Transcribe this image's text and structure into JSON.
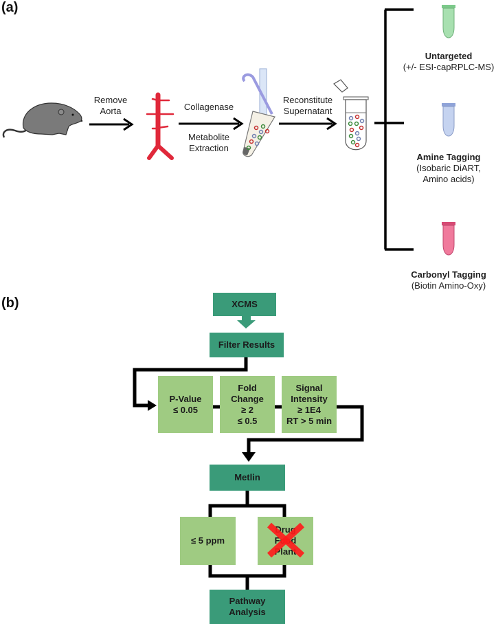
{
  "panel_a": {
    "label": "(a)",
    "steps": [
      {
        "top": "Remove",
        "bottom": "Aorta"
      },
      {
        "top": "Collagenase",
        "bottom_lines": [
          "Metabolite",
          "Extraction"
        ]
      },
      {
        "top_lines": [
          "Reconstitute",
          "Supernatant"
        ]
      }
    ],
    "outputs": [
      {
        "title": "Untargeted",
        "subtitle_lines": [
          "(+/- ESI-capRPLC-MS)"
        ],
        "tube_color": "#a8e0b0"
      },
      {
        "title": "Amine Tagging",
        "subtitle_lines": [
          "(Isobaric DiART,",
          "Amino acids)"
        ],
        "tube_color": "#c5d3f0"
      },
      {
        "title": "Carbonyl Tagging",
        "subtitle_lines": [
          "(Biotin Amino-Oxy)"
        ],
        "tube_color": "#f07a9c"
      }
    ],
    "icons": [
      "rat-icon",
      "aorta-icon",
      "pipette-tube-icon",
      "open-tube-icon"
    ]
  },
  "panel_b": {
    "label": "(b)",
    "colors": {
      "dark_box": "#3a9b79",
      "light_box": "#9fcb82",
      "connector": "#000000",
      "cross": "#ff1a1a"
    },
    "nodes": {
      "xcms": "XCMS",
      "filter": "Filter Results",
      "pvalue": [
        "P-Value",
        "≤ 0.05"
      ],
      "fold": [
        "Fold",
        "Change",
        "≥ 2",
        "≤ 0.5"
      ],
      "signal": [
        "Signal",
        "Intensity",
        "≥ 1E4",
        "RT > 5 min"
      ],
      "metlin": "Metlin",
      "ppm": "≤ 5 ppm",
      "excluded": [
        "Drug",
        "Food",
        "Plant"
      ],
      "pathway": [
        "Pathway",
        "Analysis"
      ]
    }
  }
}
